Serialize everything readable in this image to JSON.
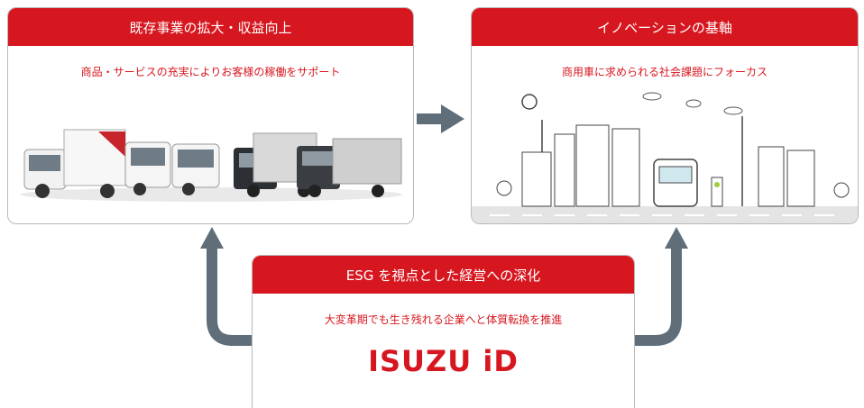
{
  "left_card": {
    "title": "既存事業の拡大・収益向上",
    "subtitle": "商品・サービスの充実によりお客様の稼働をサポート"
  },
  "right_card": {
    "title": "イノベーションの基軸",
    "subtitle": "商用車に求められる社会課題にフォーカス"
  },
  "bottom_card": {
    "title": "ESG を視点とした経営への深化",
    "subtitle": "大変革期でも生き残れる企業へと体質転換を推進",
    "logo_text": "ISUZU iD"
  },
  "colors": {
    "accent_red": "#d7171f",
    "arrow_gray": "#5f6e78"
  },
  "icons": [
    "truck-lineup-image",
    "city-illustration-image",
    "arrow-right-icon",
    "arrow-up-icon"
  ]
}
